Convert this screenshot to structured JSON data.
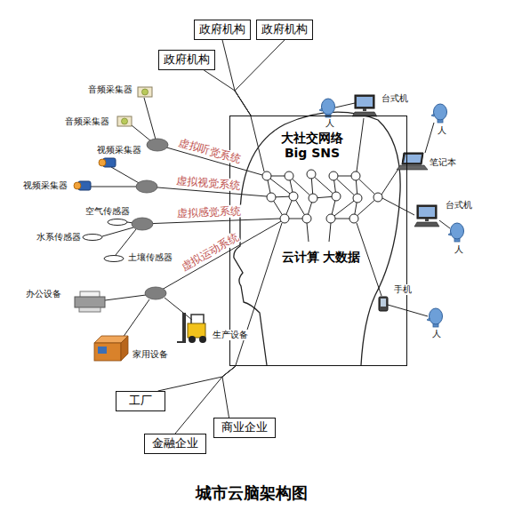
{
  "diagram": {
    "caption": "城市云脑架构图",
    "nodes": [
      {
        "text": [
          "政府机构"
        ]
      },
      {
        "text": [
          "政府机构"
        ]
      },
      {
        "text": [
          "政府机构"
        ]
      },
      {
        "text": [
          "大社交网络 Big SNS",
          "云计算 大数据"
        ]
      },
      {
        "text": [
          "工厂"
        ]
      },
      {
        "text": [
          "商业企业"
        ]
      },
      {
        "text": [
          "金融企业"
        ]
      }
    ],
    "edges": [
      {
        "from": 0,
        "to": 3,
        "arrow": "none"
      },
      {
        "from": 1,
        "to": 3,
        "arrow": "none"
      },
      {
        "from": 2,
        "to": 3,
        "arrow": "none"
      },
      {
        "from": 4,
        "to": 3,
        "arrow": "none"
      },
      {
        "from": 5,
        "to": 3,
        "arrow": "none"
      },
      {
        "from": 6,
        "to": 3,
        "arrow": "none"
      }
    ],
    "labels": [
      "音频采集器",
      "音频采集器",
      "视频采集器",
      "视频采集器",
      "虚拟听觉系统",
      "虚拟视觉系统",
      "虚拟感觉系统",
      "空气传感器",
      "水系传感器",
      "土壤传感器",
      "虚拟运动系统",
      "办公设备",
      "生产设备",
      "家用设备",
      "人",
      "台式机",
      "人",
      "笔记本",
      "台式机",
      "人",
      "手机",
      "人"
    ]
  }
}
